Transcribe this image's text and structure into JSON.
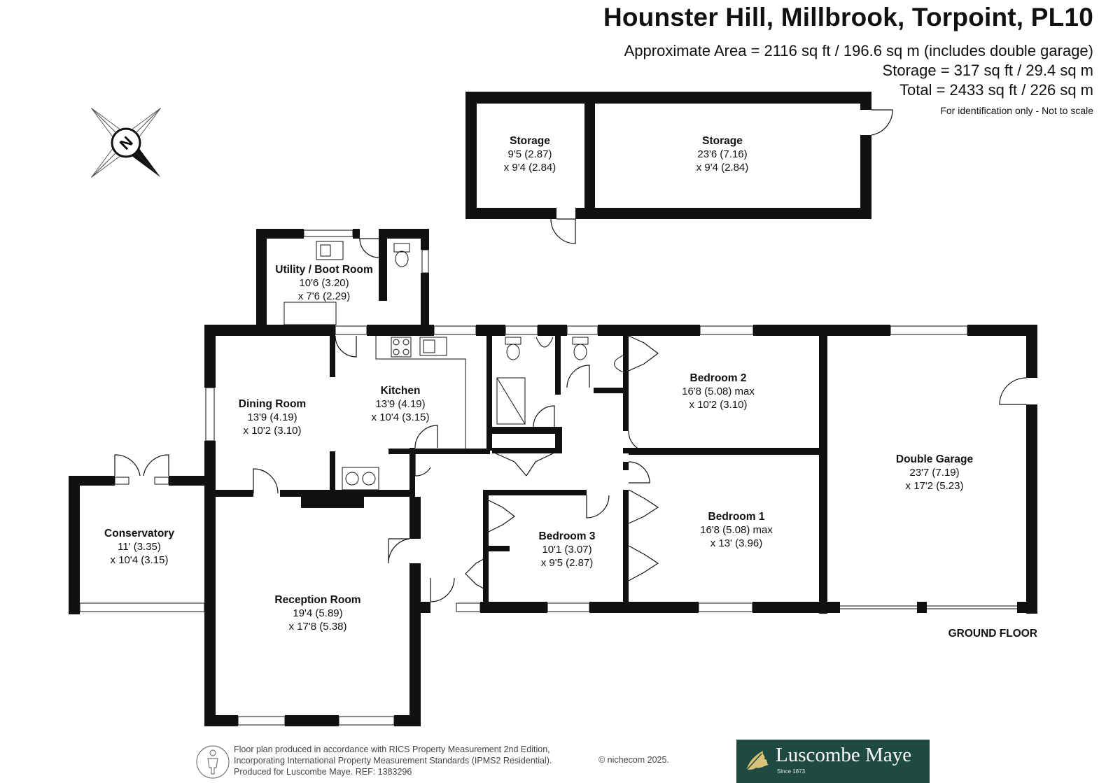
{
  "header": {
    "title": "Hounster Hill, Millbrook, Torpoint, PL10",
    "area_line": "Approximate Area = 2116 sq ft / 196.6 sq m (includes double garage)",
    "storage_line": "Storage = 317 sq ft / 29.4 sq m",
    "total_line": "Total = 2433 sq ft / 226 sq m",
    "note": "For identification only - Not to scale"
  },
  "compass": {
    "label": "N"
  },
  "rooms": {
    "storage_small": {
      "name": "Storage",
      "dim1": "9'5 (2.87)",
      "dim2": "x 9'4 (2.84)"
    },
    "storage_large": {
      "name": "Storage",
      "dim1": "23'6 (7.16)",
      "dim2": "x 9'4 (2.84)"
    },
    "utility": {
      "name": "Utility / Boot Room",
      "dim1": "10'6 (3.20)",
      "dim2": "x 7'6 (2.29)"
    },
    "dining": {
      "name": "Dining Room",
      "dim1": "13'9 (4.19)",
      "dim2": "x 10'2 (3.10)"
    },
    "kitchen": {
      "name": "Kitchen",
      "dim1": "13'9 (4.19)",
      "dim2": "x 10'4 (3.15)"
    },
    "bedroom2": {
      "name": "Bedroom 2",
      "dim1": "16'8 (5.08) max",
      "dim2": "x 10'2 (3.10)"
    },
    "garage": {
      "name": "Double Garage",
      "dim1": "23'7 (7.19)",
      "dim2": "x 17'2 (5.23)"
    },
    "conservatory": {
      "name": "Conservatory",
      "dim1": "11' (3.35)",
      "dim2": "x 10'4 (3.15)"
    },
    "bedroom3": {
      "name": "Bedroom 3",
      "dim1": "10'1 (3.07)",
      "dim2": "x 9'5 (2.87)"
    },
    "bedroom1": {
      "name": "Bedroom 1",
      "dim1": "16'8 (5.08) max",
      "dim2": "x 13' (3.96)"
    },
    "reception": {
      "name": "Reception Room",
      "dim1": "19'4 (5.89)",
      "dim2": "x 17'8 (5.38)"
    }
  },
  "floor_label": "GROUND FLOOR",
  "footer": {
    "line1": "Floor plan produced in accordance with RICS Property Measurement 2nd Edition,",
    "line2": "Incorporating International Property Measurement Standards (IPMS2 Residential).",
    "line3": "Produced for Luscombe Maye.   REF: 1383296",
    "copyright": "© nichecom 2025."
  },
  "logo": {
    "name": "Luscombe Maye",
    "since": "Since 1873"
  },
  "colors": {
    "wall": "#111111",
    "brand": "#1f4a3f"
  }
}
